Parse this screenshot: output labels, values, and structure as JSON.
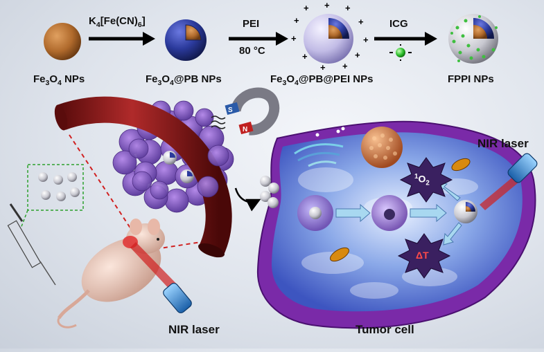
{
  "synthesis": {
    "step1_reagent_main": "K",
    "step1_reagent_sub1": "4",
    "step1_reagent_mid": "[Fe(CN)",
    "step1_reagent_sub2": "6",
    "step1_reagent_end": "]",
    "step2_reagent": "PEI",
    "step2_condition": "80 °C",
    "step3_reagent": "ICG"
  },
  "particles": {
    "p1": {
      "pre": "Fe",
      "s1": "3",
      "mid": "O",
      "s2": "4",
      "post": " NPs"
    },
    "p2": {
      "pre": "Fe",
      "s1": "3",
      "mid": "O",
      "s2": "4",
      "post": "@PB NPs"
    },
    "p3": {
      "pre": "Fe",
      "s1": "3",
      "mid": "O",
      "s2": "4",
      "post": "@PB@PEI NPs"
    },
    "p4": {
      "text": "FPPI NPs"
    }
  },
  "bottom": {
    "nir_laser_left": "NIR laser",
    "nir_laser_right": "NIR laser",
    "tumor_cell": "Tumor cell",
    "singlet_oxygen_sup": "1",
    "singlet_oxygen_main": "O",
    "singlet_oxygen_sub": "2",
    "heat": "ΔT"
  },
  "magnet": {
    "pole_s": "S",
    "pole_n": "N"
  },
  "colors": {
    "core": "#b06a2c",
    "pb_shell": "#2b3a9c",
    "pei_shell": "#b9b3e0",
    "icg_dot": "#3fbf3f",
    "vessel": "#8b1a1a",
    "cell_membrane": "#7a2aa8",
    "burst": "#3a2060"
  }
}
